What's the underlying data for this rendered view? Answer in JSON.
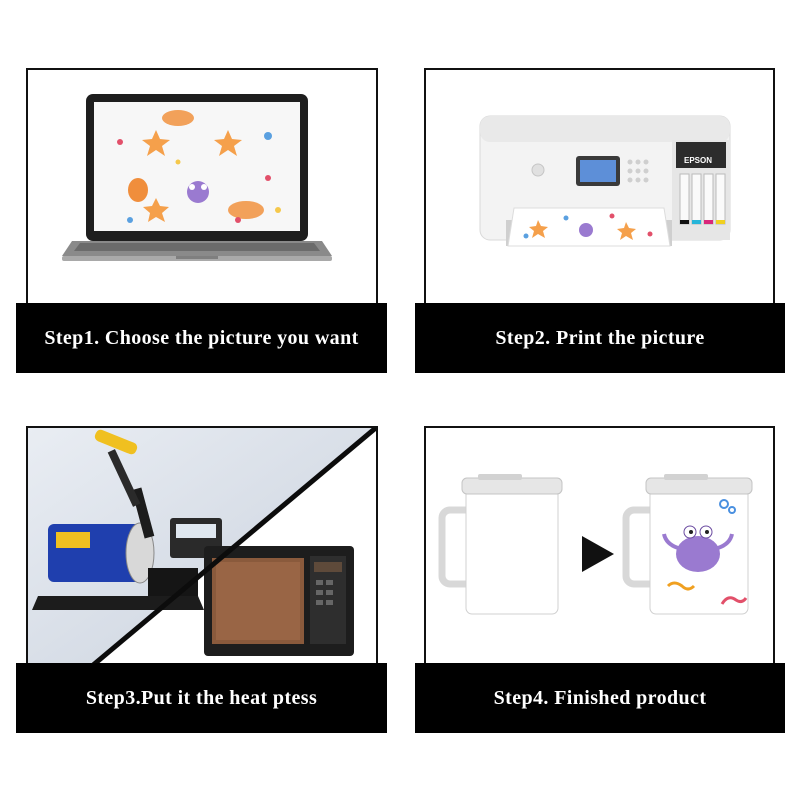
{
  "steps": [
    {
      "label": "Step1. Choose the picture you want",
      "illustration": "laptop-with-sea-creature-design"
    },
    {
      "label": "Step2. Print the picture",
      "illustration": "inkjet-printer-printing-design"
    },
    {
      "label": "Step3.Put it the heat ptess",
      "illustration": "mug-heat-press-and-microwave"
    },
    {
      "label": "Step4. Finished product",
      "illustration": "blank-mug-to-printed-mug"
    }
  ],
  "printer_brand": "EPSON",
  "colors": {
    "banner": "#000000",
    "banner_text": "#ffffff",
    "frame": "#111111"
  }
}
